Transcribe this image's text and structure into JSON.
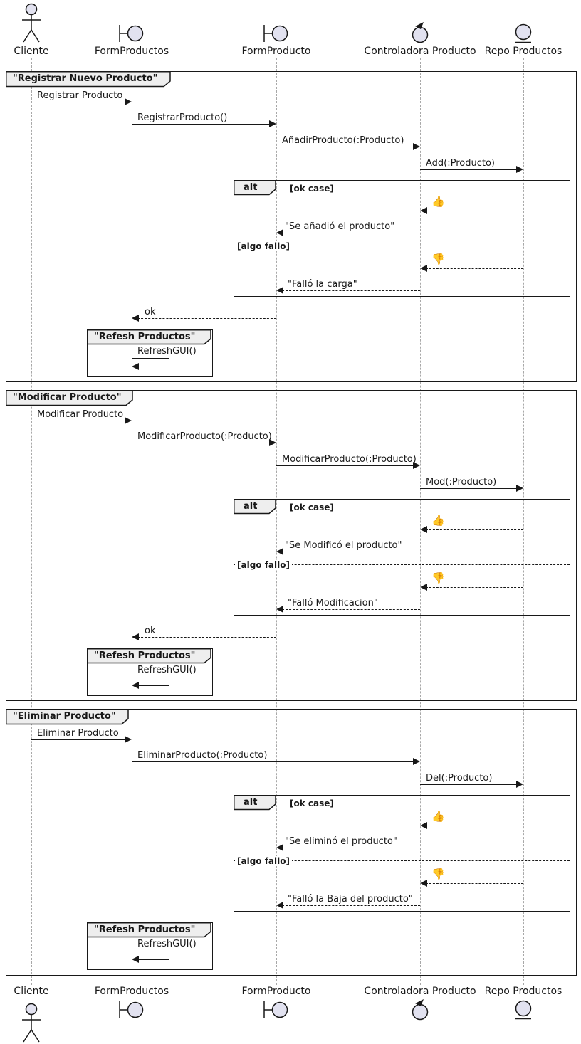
{
  "participants": [
    {
      "label": "Cliente",
      "type": "actor"
    },
    {
      "label": "FormProductos",
      "type": "boundary"
    },
    {
      "label": "FormProducto",
      "type": "boundary"
    },
    {
      "label": "Controladora Producto",
      "type": "control"
    },
    {
      "label": "Repo Productos",
      "type": "entity"
    }
  ],
  "frames": [
    {
      "title": "\"Registrar Nuevo Producto\"",
      "messages": [
        "Registrar Producto",
        "RegistrarProducto()",
        "AñadirProducto(:Producto)",
        "Add(:Producto)"
      ],
      "alt": {
        "keyword": "alt",
        "guard_ok": "[ok case]",
        "ok_icon": "👍",
        "ok_message": "\"Se añadió el producto\"",
        "guard_else": "[algo fallo]",
        "fail_icon": "👎",
        "fail_message": "\"Falló la carga\""
      },
      "return_ok": "ok",
      "refresh_group": {
        "title": "\"Refesh Productos\"",
        "message": "RefreshGUI()"
      }
    },
    {
      "title": "\"Modificar Producto\"",
      "messages": [
        "Modificar Producto",
        "ModificarProducto(:Producto)",
        "ModificarProducto(:Producto)",
        "Mod(:Producto)"
      ],
      "alt": {
        "keyword": "alt",
        "guard_ok": "[ok case]",
        "ok_icon": "👍",
        "ok_message": "\"Se Modificó el producto\"",
        "guard_else": "[algo fallo]",
        "fail_icon": "👎",
        "fail_message": "\"Falló Modificacion\""
      },
      "return_ok": "ok",
      "refresh_group": {
        "title": "\"Refesh Productos\"",
        "message": "RefreshGUI()"
      }
    },
    {
      "title": "\"Eliminar Producto\"",
      "messages": [
        "Eliminar Producto",
        "EliminarProducto(:Producto)",
        "Del(:Producto)"
      ],
      "alt": {
        "keyword": "alt",
        "guard_ok": "[ok case]",
        "ok_icon": "👍",
        "ok_message": "\"Se eliminó el producto\"",
        "guard_else": "[algo fallo]",
        "fail_icon": "👎",
        "fail_message": "\"Falló la Baja del producto\""
      },
      "refresh_group": {
        "title": "\"Refesh Productos\"",
        "message": "RefreshGUI()"
      }
    }
  ],
  "colors": {
    "shape_fill": "#E2E2F0",
    "line": "#181818",
    "lifeline": "#A8A8A8",
    "tab_fill": "#EEEEEE"
  }
}
